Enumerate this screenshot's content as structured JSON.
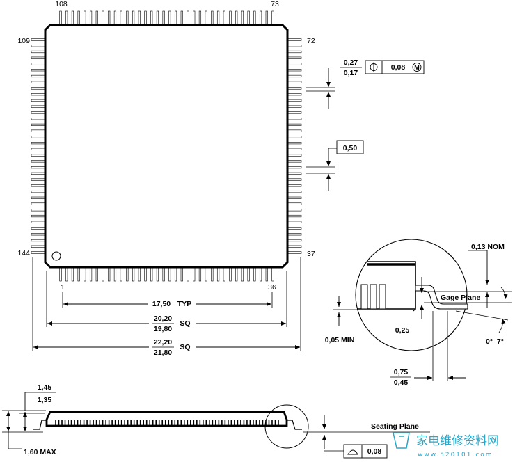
{
  "pins": {
    "top_left": "108",
    "top_right": "73",
    "left_top": "109",
    "right_top": "72",
    "left_bottom": "144",
    "right_bottom": "37",
    "bottom_left": "1",
    "bottom_right": "36"
  },
  "lead_width": {
    "max": "0,27",
    "min": "0,17",
    "tolerance": "0,08",
    "modifier": "M",
    "symbol": "position-icon"
  },
  "pitch": {
    "value": "0,50"
  },
  "body_dims": {
    "typ_value": "17,50",
    "typ_suffix": "TYP",
    "body_max": "20,20",
    "body_min": "19,80",
    "body_suffix": "SQ",
    "overall_max": "22,20",
    "overall_min": "21,80",
    "overall_suffix": "SQ"
  },
  "detail": {
    "nom": "0,13 NOM",
    "gage_plane": "Gage Plane",
    "gauge": "0,25",
    "min": "0,05 MIN",
    "angle": "0°–7°",
    "foot_max": "0,75",
    "foot_min": "0,45"
  },
  "side_view": {
    "height_max": "1,45",
    "height_min": "1,35",
    "total_max": "1,60 MAX",
    "seating_plane": "Seating Plane",
    "coplanarity": "0,08",
    "coplanarity_symbol": "flatness-icon"
  },
  "watermark": {
    "title": "家电维修资料网",
    "url": "www.520101.com"
  }
}
